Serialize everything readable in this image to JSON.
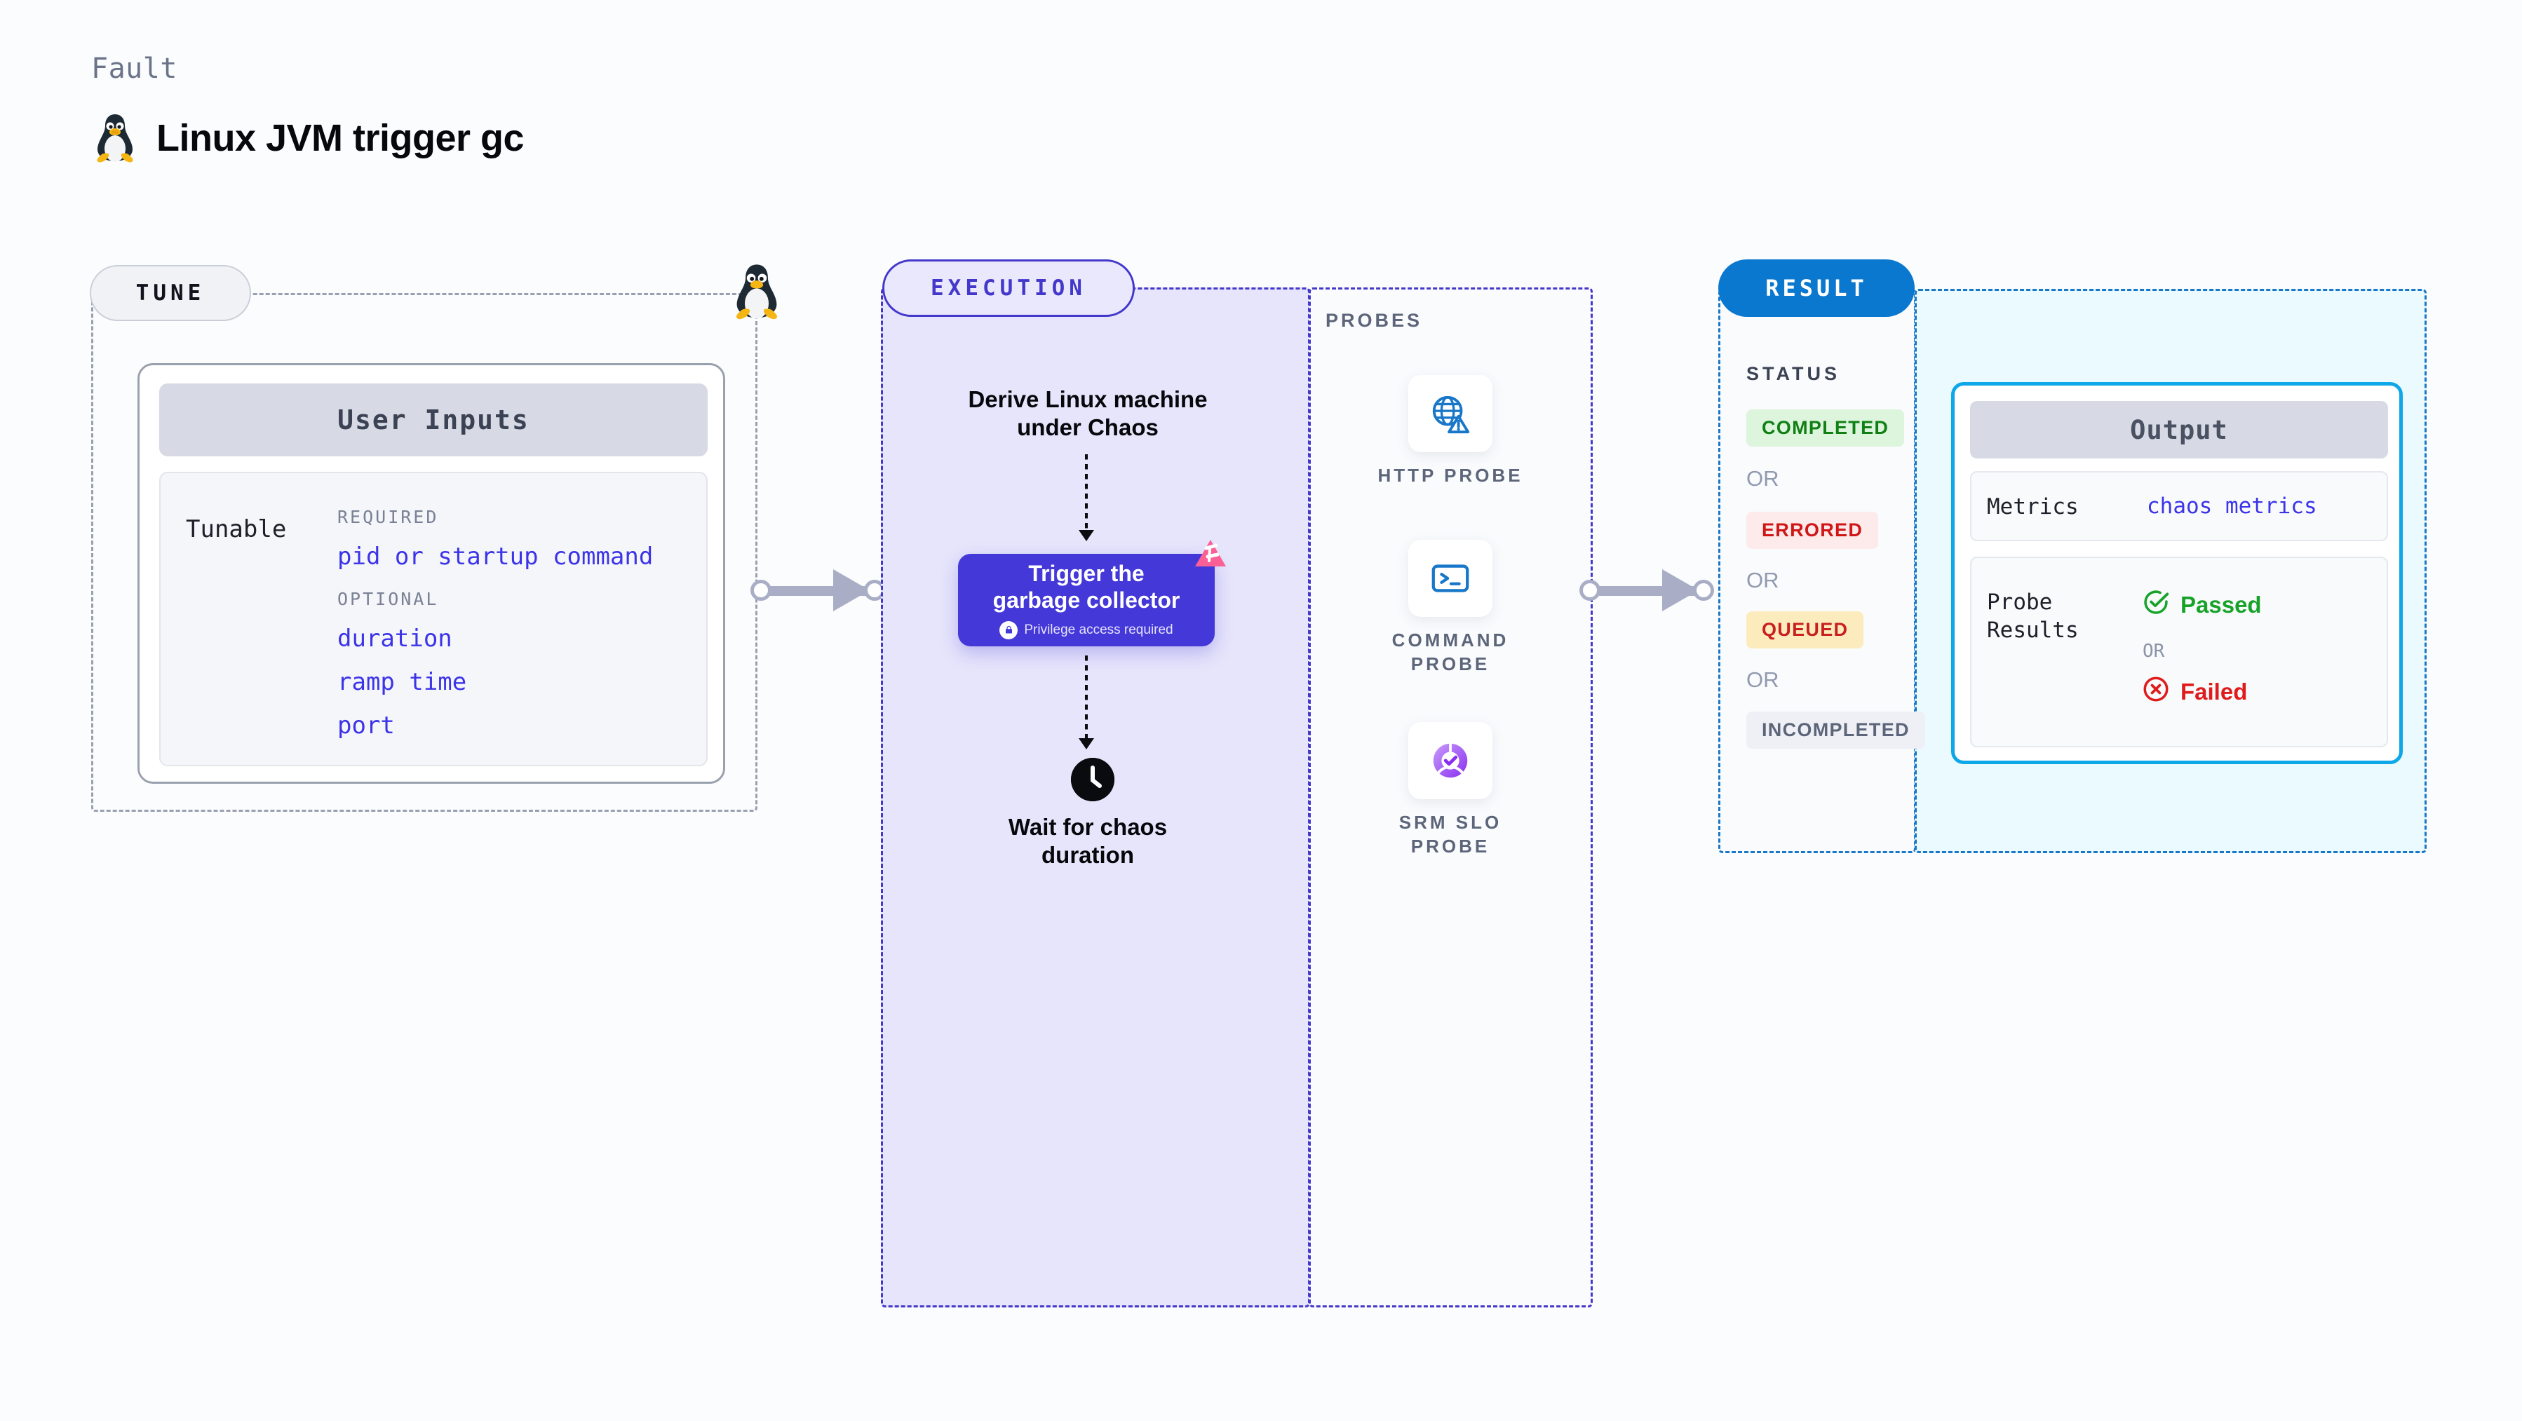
{
  "header": {
    "kicker": "Fault",
    "title": "Linux JVM trigger gc",
    "icon": "linux-penguin-icon"
  },
  "tune": {
    "pill_label": "TUNE",
    "card_title": "User Inputs",
    "row_label": "Tunable",
    "required_label": "REQUIRED",
    "required_items": [
      "pid or startup command"
    ],
    "optional_label": "OPTIONAL",
    "optional_items": [
      "duration",
      "ramp time",
      "port"
    ],
    "edge_icon": "linux-penguin-icon"
  },
  "execution": {
    "pill_label": "EXECUTION",
    "step_1": "Derive Linux machine\nunder Chaos",
    "step_1_line1": "Derive Linux machine",
    "step_1_line2": "under Chaos",
    "action_title_line1": "Trigger the",
    "action_title_line2": "garbage collector",
    "action_note": "Privilege access required",
    "action_note_icon": "lock-icon",
    "action_corner_icon": "chaos-triangle-icon",
    "wait_icon": "clock-icon",
    "step_3_line1": "Wait for chaos",
    "step_3_line2": "duration"
  },
  "probes": {
    "section_label": "PROBES",
    "items": [
      {
        "label_line1": "HTTP  PROBE",
        "label_line2": "",
        "icon": "globe-warning-icon"
      },
      {
        "label_line1": "COMMAND",
        "label_line2": "PROBE",
        "icon": "terminal-icon"
      },
      {
        "label_line1": "SRM  SLO",
        "label_line2": "PROBE",
        "icon": "slo-donut-check-icon"
      }
    ]
  },
  "result": {
    "pill_label": "RESULT",
    "status_label": "STATUS",
    "or_label": "OR",
    "statuses": [
      {
        "label": "COMPLETED",
        "text_color": "#108014",
        "bg_color": "#dcf5dc"
      },
      {
        "label": "ERRORED",
        "text_color": "#cf1717",
        "bg_color": "#fdeaea"
      },
      {
        "label": "QUEUED",
        "text_color": "#c81f1f",
        "bg_color": "#fcecbd"
      },
      {
        "label": "INCOMPLETED",
        "text_color": "#5c6579",
        "bg_color": "#eef0f5"
      }
    ]
  },
  "output": {
    "card_title": "Output",
    "metrics_key": "Metrics",
    "metrics_value": "chaos metrics",
    "probe_results_key_line1": "Probe",
    "probe_results_key_line2": "Results",
    "passed_label": "Passed",
    "passed_icon": "check-circle-icon",
    "or_label": "OR",
    "failed_label": "Failed",
    "failed_icon": "x-circle-icon"
  },
  "theme": {
    "accent_purple": "#4438ca",
    "accent_blue": "#1877c8",
    "accent_cyan": "#0ea7e8",
    "connector_gray": "#a9aec6",
    "link_indigo": "#3c34e8",
    "pink_chaos": "#fa5f96"
  }
}
